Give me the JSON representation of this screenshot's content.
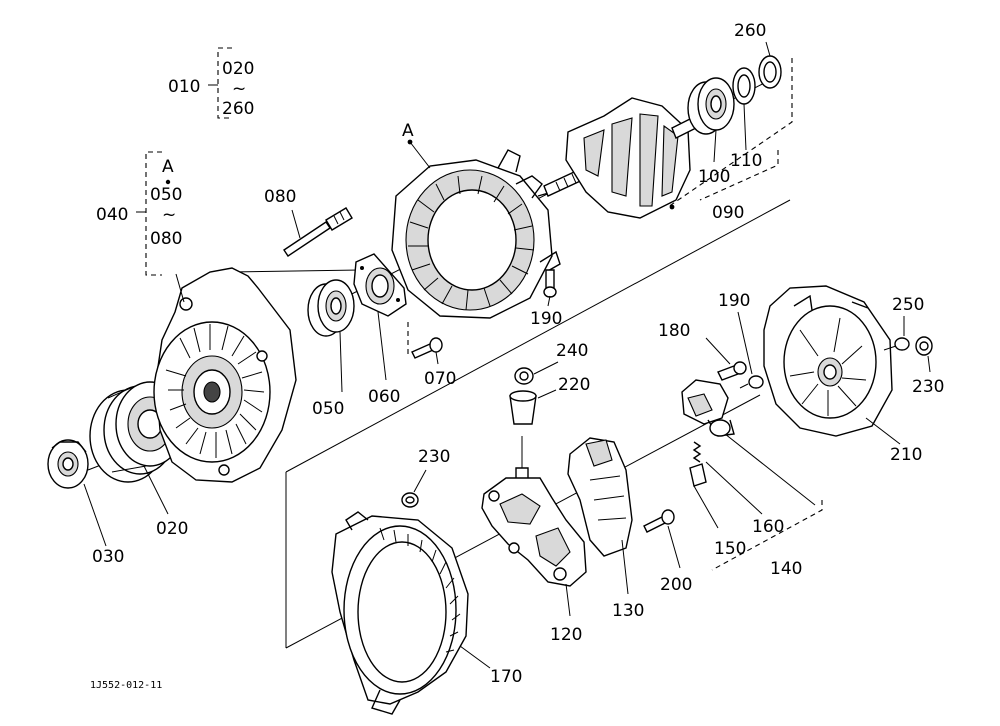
{
  "labels": {
    "010": "010",
    "020_top": "020",
    "tilde_top": "~",
    "260_top": "260",
    "040": "040",
    "A_left": "A",
    "050_left": "050",
    "tilde_left": "~",
    "080_left": "080",
    "A_stator": "A",
    "080": "080",
    "050": "050",
    "060": "060",
    "070": "070",
    "020": "020",
    "030": "030",
    "190_top": "190",
    "260": "260",
    "100": "100",
    "110": "110",
    "090": "090",
    "190_mid": "190",
    "180": "180",
    "250": "250",
    "230_right": "230",
    "210": "210",
    "240": "240",
    "220": "220",
    "230_left": "230",
    "160": "160",
    "150": "150",
    "140": "140",
    "200": "200",
    "130": "130",
    "120": "120",
    "170": "170"
  },
  "drawing_code": "1J552-012-11"
}
